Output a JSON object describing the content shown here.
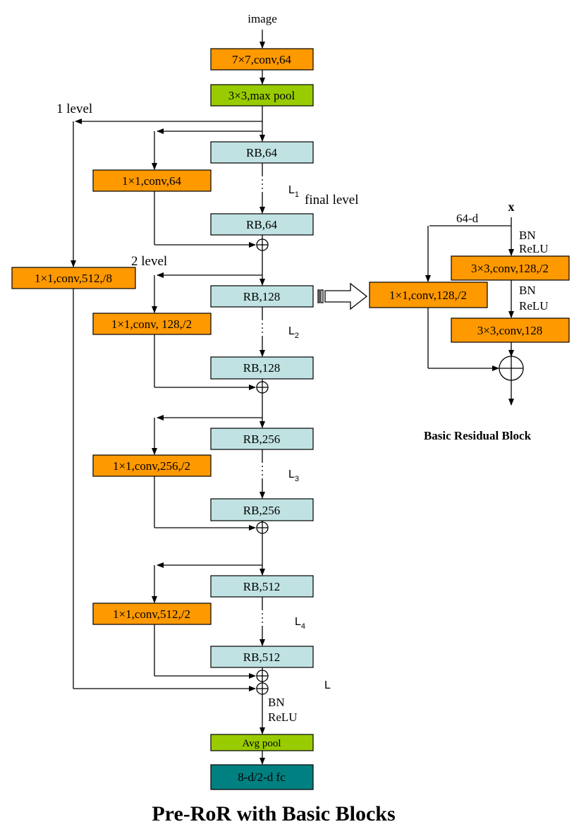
{
  "colors": {
    "conv": "#ff9900",
    "pool": "#99cc00",
    "rb": "#c0e2e2",
    "fc": "#008080",
    "line": "#000000"
  },
  "input_label": "image",
  "blocks": {
    "conv7": "7×7,conv,64",
    "maxpool": "3×3,max pool",
    "rb64_a": "RB,64",
    "rb64_b": "RB,64",
    "rb128_a": "RB,128",
    "rb128_b": "RB,128",
    "rb256_a": "RB,256",
    "rb256_b": "RB,256",
    "rb512_a": "RB,512",
    "rb512_b": "RB,512",
    "short_64": "1×1,conv,64",
    "short_128": "1×1,conv, 128,/2",
    "short_256": "1×1,conv,256,/2",
    "short_512": "1×1,conv,512,/2",
    "root_short": "1×1,conv,512,/8",
    "avgpool": "Avg pool",
    "fc": "8-d/2-d fc"
  },
  "labels": {
    "level1": "1 level",
    "level2": "2 level",
    "final_level": "final level",
    "l1": "L",
    "l1_sub": "1",
    "l2": "L",
    "l2_sub": "2",
    "l3": "L",
    "l3_sub": "3",
    "l4": "L",
    "l4_sub": "4",
    "l": "L",
    "bn": "BN",
    "relu": "ReLU"
  },
  "residual_block": {
    "input": "x",
    "dim": "64-d",
    "bn1": "BN",
    "relu1": "ReLU",
    "conv1": "3×3,conv,128,/2",
    "bn2": "BN",
    "relu2": "ReLU",
    "conv2": "3×3,conv,128",
    "shortcut": "1×1,conv,128,/2",
    "caption": "Basic Residual Block"
  },
  "title": "Pre-RoR with Basic Blocks"
}
